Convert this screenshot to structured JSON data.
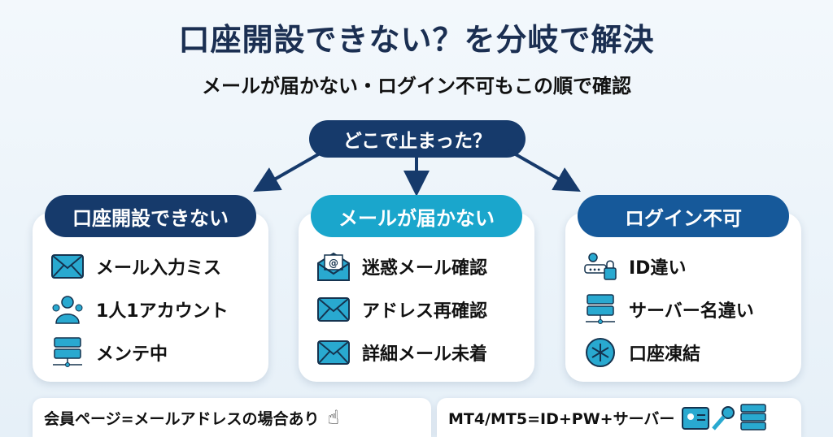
{
  "title": "口座開設できない？を分岐で解決",
  "subtitle": "メールが届かない・ログイン不可もこの順で確認",
  "question": "どこで止まった？",
  "colors": {
    "navy": "#163a6b",
    "cyan": "#1aa6cc",
    "blue": "#16599a",
    "icon": "#29a9d0"
  },
  "branches": [
    {
      "label": "口座開設できない",
      "items": [
        {
          "icon": "envelope-icon",
          "text": "メール入力ミス"
        },
        {
          "icon": "users-icon",
          "text": "1人1アカウント"
        },
        {
          "icon": "server-icon",
          "text": "メンテ中"
        }
      ]
    },
    {
      "label": "メールが届かない",
      "items": [
        {
          "icon": "email-open-icon",
          "text": "迷惑メール確認"
        },
        {
          "icon": "envelope-icon",
          "text": "アドレス再確認"
        },
        {
          "icon": "envelope-icon",
          "text": "詳細メール未着"
        }
      ]
    },
    {
      "label": "ログイン不可",
      "items": [
        {
          "icon": "user-lock-icon",
          "text": "ID違い"
        },
        {
          "icon": "server-icon",
          "text": "サーバー名違い"
        },
        {
          "icon": "snowflake-icon",
          "text": "口座凍結"
        }
      ]
    }
  ],
  "notes": [
    "会員ページ=メールアドレスの場合あり",
    "MT4/MT5=ID+PW+サーバー"
  ]
}
